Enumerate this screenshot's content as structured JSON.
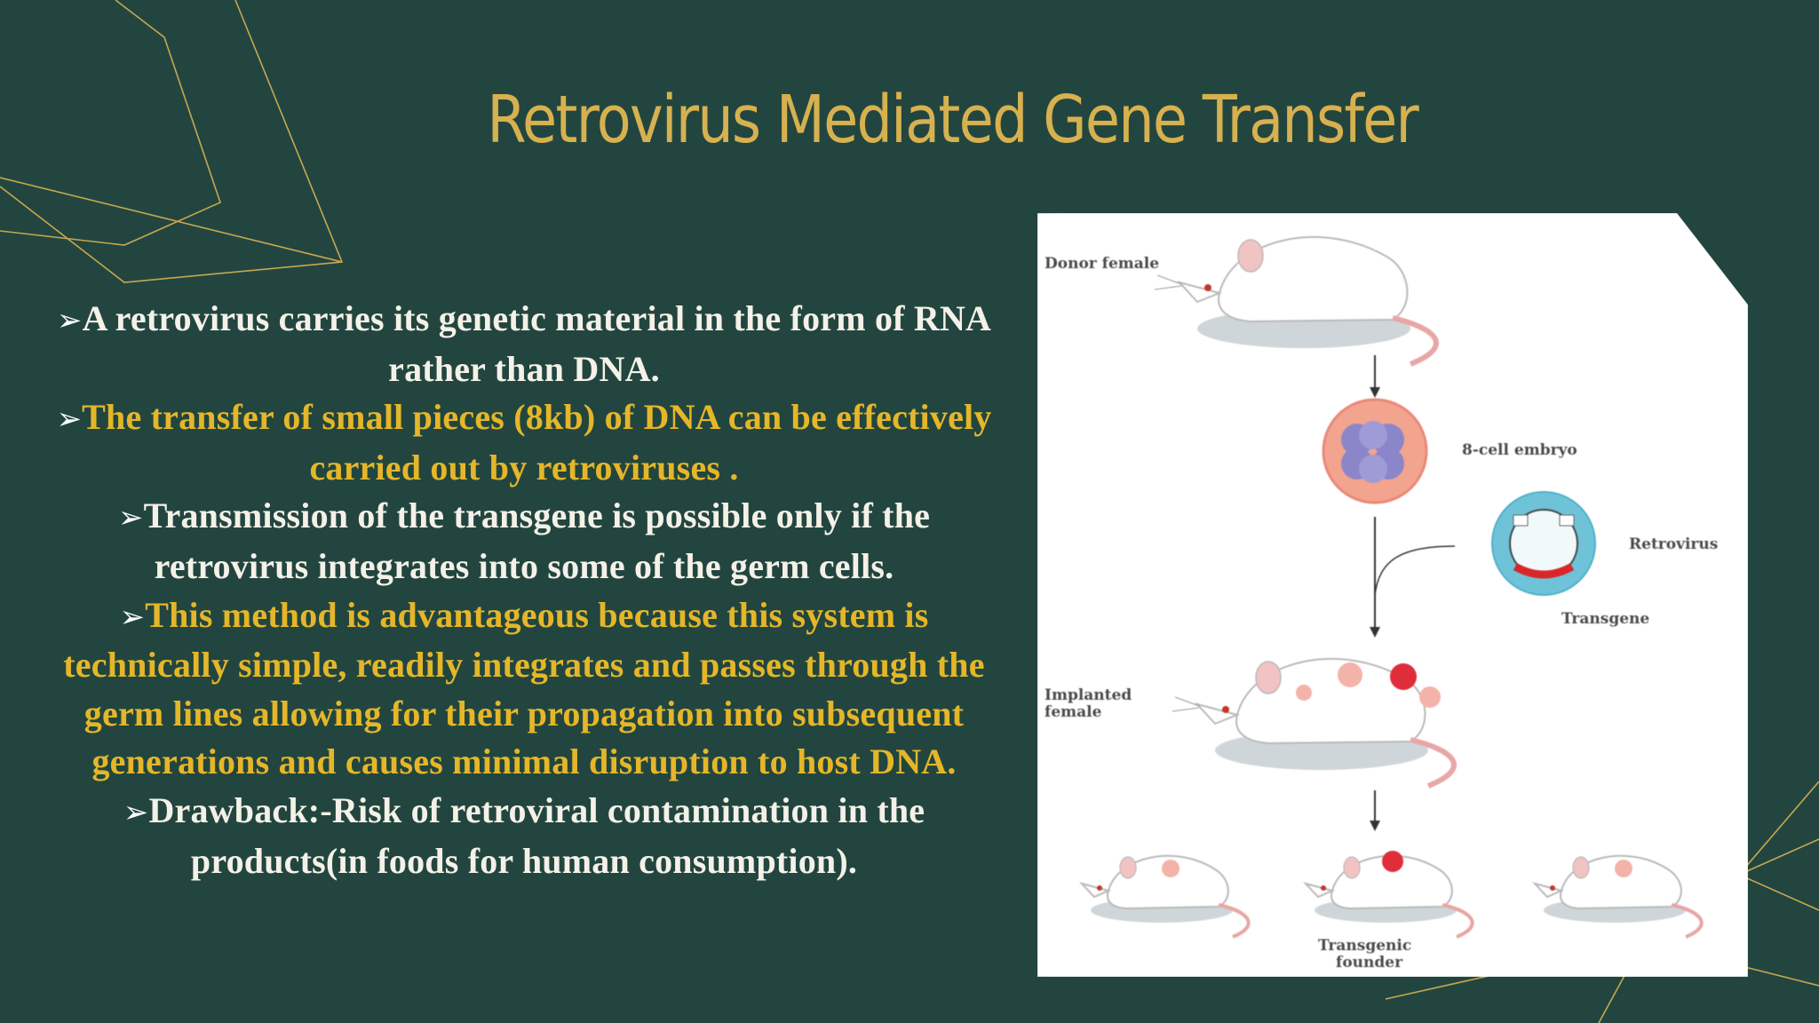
{
  "slide": {
    "title": "Retrovirus Mediated Gene Transfer",
    "bullets": [
      {
        "arrow": "➢",
        "text": "A retrovirus carries its genetic material in the form of RNA rather than DNA.",
        "color": "#f5f1e8"
      },
      {
        "arrow": "➢",
        "text": "The transfer of small pieces (8kb) of DNA can be effectively carried out by retroviruses .",
        "color": "#e5b629"
      },
      {
        "arrow": "➢",
        "text": "Transmission of the transgene is possible only if the retrovirus integrates into some of the germ cells.",
        "color": "#f5f1e8"
      },
      {
        "arrow": "➢",
        "text": "This method is advantageous because this system is technically simple, readily integrates and passes through the germ lines allowing for their propagation into subsequent generations and causes minimal disruption to host DNA.",
        "color": "#e5b629"
      },
      {
        "arrow": "➢",
        "text": "Drawback:-Risk of retroviral contamination in the products(in foods for human consumption).",
        "color": "#f5f1e8"
      }
    ]
  },
  "figure": {
    "labels": {
      "donor": "Donor female",
      "embryo": "8-cell embryo",
      "retrovirus": "Retrovirus",
      "transgene": "Transgene",
      "implanted_1": "Implanted",
      "implanted_2": "female",
      "founder_1": "Transgenic",
      "founder_2": "founder"
    }
  },
  "colors": {
    "background": "#22463f",
    "title": "#d7b150",
    "accent_line": "#c9a650",
    "body_white": "#f5f1e8",
    "body_gold": "#e5b629"
  }
}
